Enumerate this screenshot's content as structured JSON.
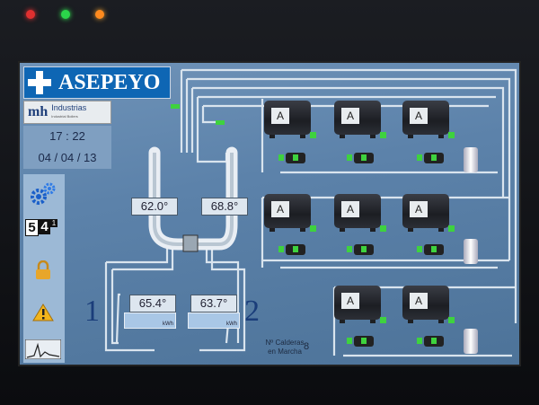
{
  "header": {
    "brand": "ASEPEYO",
    "partner": "Industrias",
    "partner_sub": "Industrial Boilers"
  },
  "clock": {
    "time": "17 : 22",
    "date": "04 / 04 / 13"
  },
  "side_panel": {
    "items": [
      {
        "icon": "gears-icon"
      },
      {
        "icon": "digits-display-icon",
        "digits": [
          "5",
          "4"
        ],
        "superscript": "1"
      },
      {
        "icon": "lock-icon"
      },
      {
        "icon": "warning-icon"
      },
      {
        "icon": "trend-chart-icon"
      }
    ]
  },
  "collector": {
    "temp_left": "62.0°",
    "temp_right": "68.8°"
  },
  "circuits": [
    {
      "number": "1",
      "temp": "65.4°",
      "unit": "kWh"
    },
    {
      "number": "2",
      "temp": "63.7°",
      "unit": "kWh"
    }
  ],
  "calderas": {
    "label_line1": "Nº Calderas",
    "label_line2": "en Marcha",
    "value": "8"
  },
  "boilers": [
    {
      "label": "A"
    },
    {
      "label": "A"
    },
    {
      "label": "A"
    },
    {
      "label": "A"
    },
    {
      "label": "A"
    },
    {
      "label": "A"
    },
    {
      "label": "A"
    },
    {
      "label": "A"
    }
  ],
  "colors": {
    "brand_blue": "#0e66b4",
    "screen_blue": "#5c82aa",
    "status_green": "#3ed23e"
  }
}
